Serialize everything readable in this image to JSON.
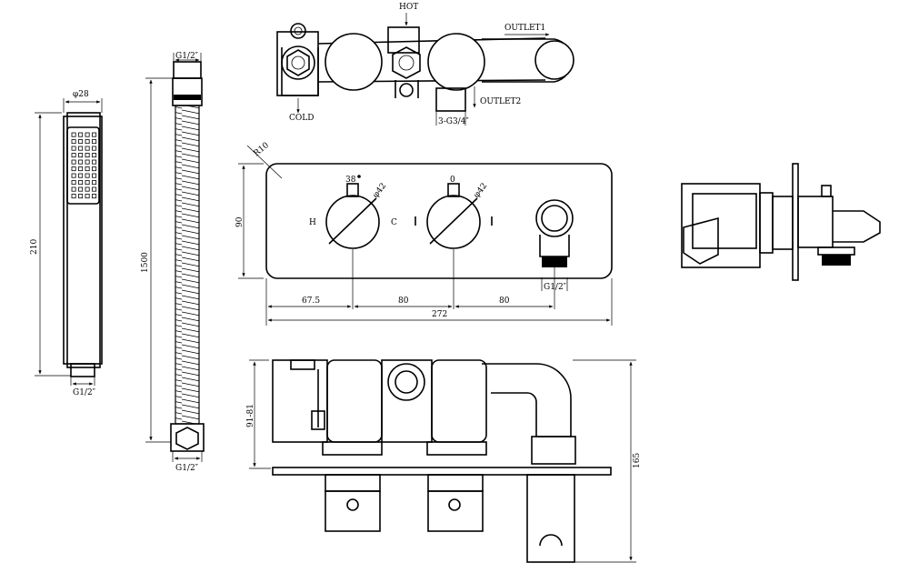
{
  "labels": {
    "hot": "HOT",
    "cold": "COLD",
    "outlet1": "OUTLET1",
    "outlet2": "OUTLET2",
    "inlet_thread": "3-G3/4″",
    "handset_diameter": "φ28",
    "handset_length": "210",
    "handset_thread": "G1/2″",
    "hose_top_thread": "G1/2″",
    "hose_length": "1500",
    "hose_bottom_thread": "G1/2″",
    "plate_radius": "R10",
    "plate_height": "90",
    "temp_mark": "38",
    "knob_diameter_left": "φ42",
    "knob_diameter_right": "φ42",
    "left_h": "H",
    "left_c": "C",
    "flow_zero": "0",
    "outlet_thread": "G1/2″",
    "dim_67_5": "67.5",
    "dim_80_a": "80",
    "dim_80_b": "80",
    "dim_272": "272",
    "depth_range": "91-81",
    "side_height": "165"
  }
}
